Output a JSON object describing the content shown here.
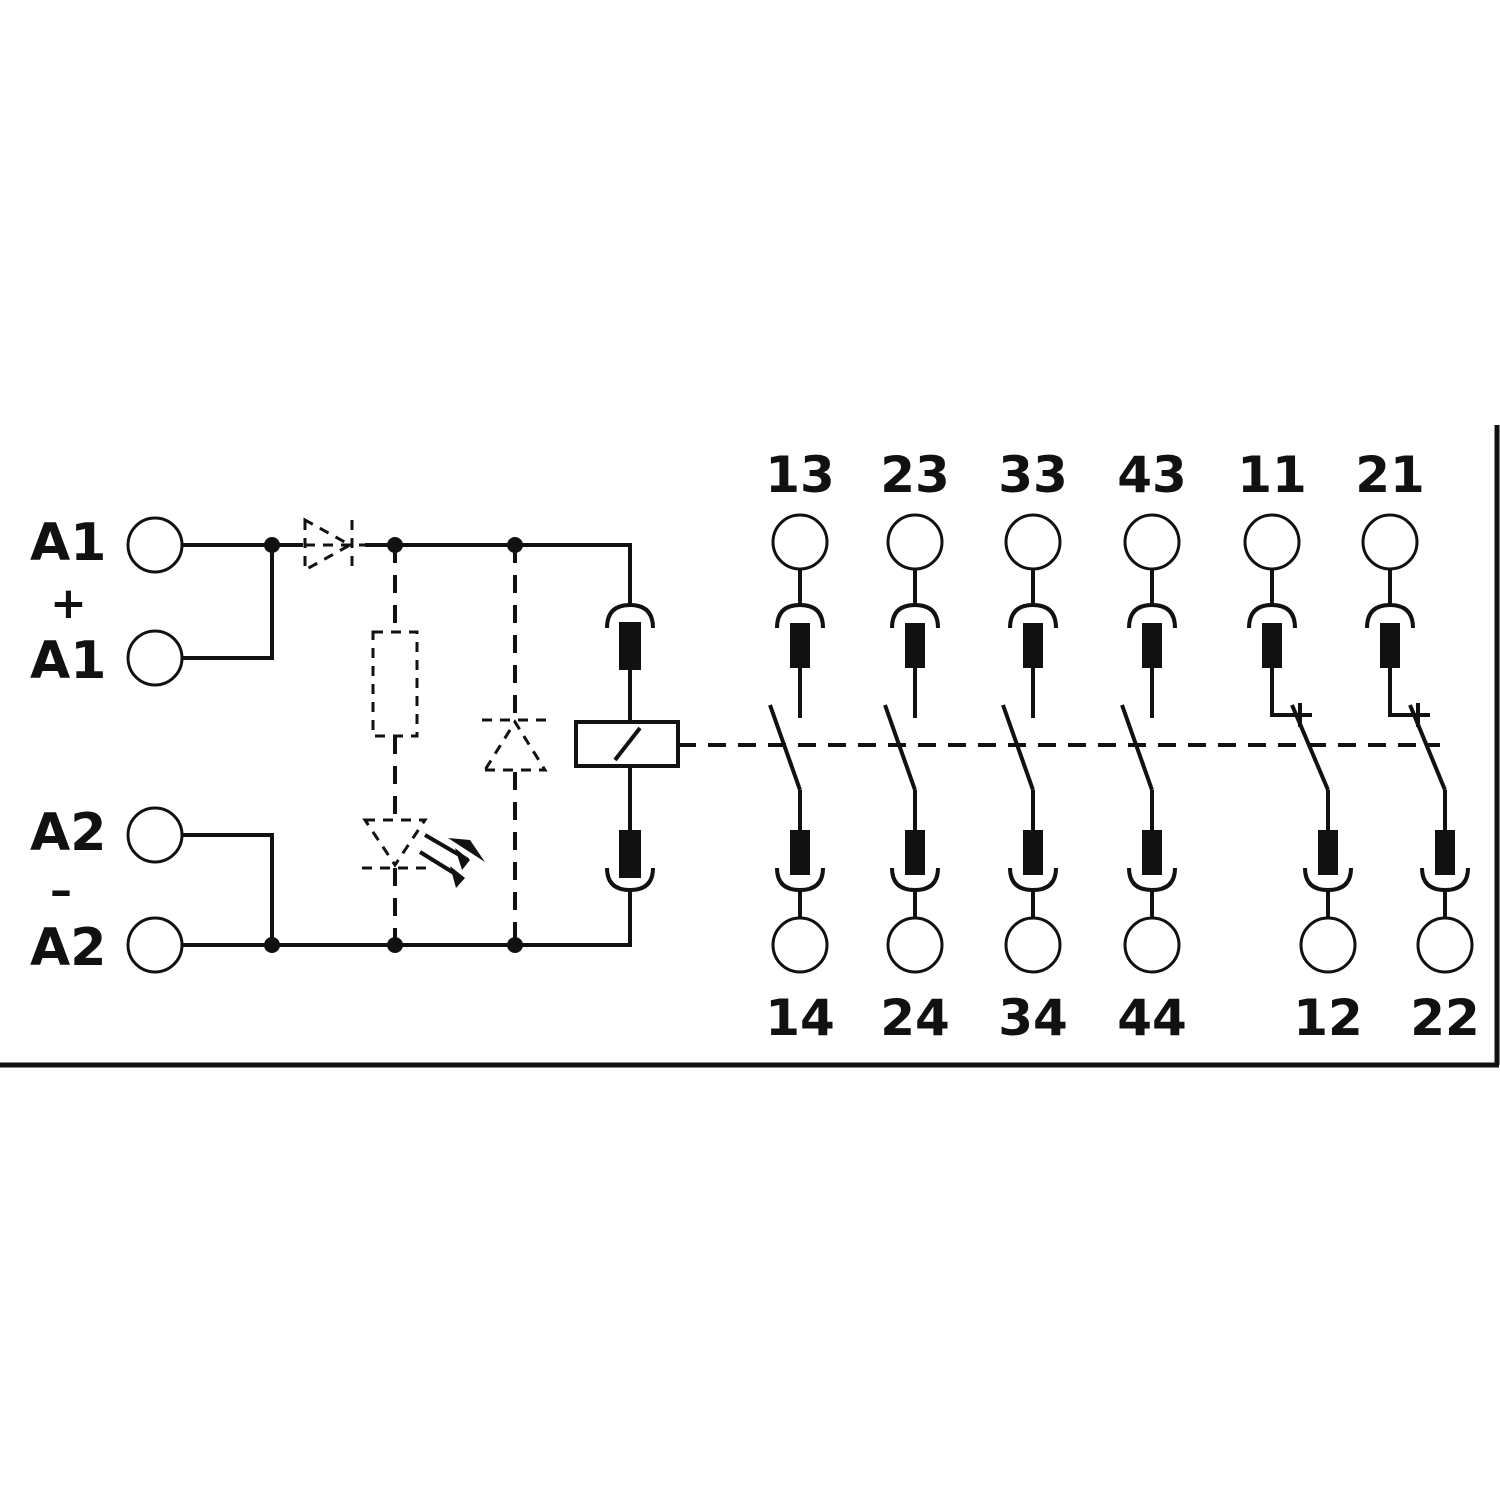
{
  "coil_labels": {
    "a1_top": "A1",
    "plus": "+",
    "a1_bottom": "A1",
    "a2_top": "A2",
    "minus": "–",
    "a2_bottom": "A2"
  },
  "contacts": [
    {
      "top": "13",
      "bottom": "14",
      "kind": "NO"
    },
    {
      "top": "23",
      "bottom": "24",
      "kind": "NO"
    },
    {
      "top": "33",
      "bottom": "34",
      "kind": "NO"
    },
    {
      "top": "43",
      "bottom": "44",
      "kind": "NO"
    },
    {
      "top": "11",
      "bottom": "12",
      "kind": "NC"
    },
    {
      "top": "21",
      "bottom": "22",
      "kind": "NC"
    }
  ]
}
